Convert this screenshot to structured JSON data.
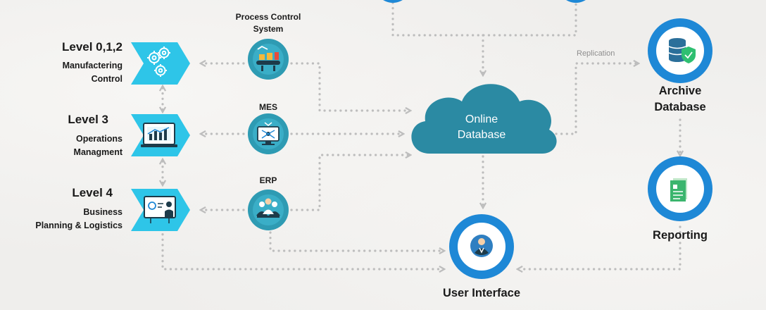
{
  "levels": [
    {
      "title": "Level 0,1,2",
      "subtitle_lines": [
        "Manufactering",
        "Control"
      ],
      "icon": "gears-icon"
    },
    {
      "title": "Level 3",
      "subtitle_lines": [
        "Operations",
        "Managment"
      ],
      "icon": "monitor-chart-icon"
    },
    {
      "title": "Level 4",
      "subtitle_lines": [
        "Business",
        "Planning & Logistics"
      ],
      "icon": "presentation-board-icon"
    }
  ],
  "systems": [
    {
      "label_lines": [
        "Process Control",
        "System"
      ],
      "icon": "conveyor-factory-icon"
    },
    {
      "label_lines": [
        "MES"
      ],
      "icon": "monitor-network-icon"
    },
    {
      "label_lines": [
        "ERP"
      ],
      "icon": "workers-meeting-icon"
    }
  ],
  "online_database": {
    "label_lines": [
      "Online",
      "Database"
    ],
    "icon": "cloud-icon"
  },
  "replication_label": "Replication",
  "archive_database": {
    "label_lines": [
      "Archive",
      "Database"
    ],
    "icon": "database-shield-icon"
  },
  "reporting": {
    "label": "Reporting",
    "icon": "report-document-icon"
  },
  "user_interface": {
    "label": "User Interface",
    "icon": "user-avatar-icon"
  },
  "colors": {
    "cyan": "#2ec5e8",
    "blue_ring": "#1e88d6",
    "cloud": "#2b8aa3",
    "teal_circle": "#2e9bb3",
    "arrow": "#bdbdbd"
  }
}
